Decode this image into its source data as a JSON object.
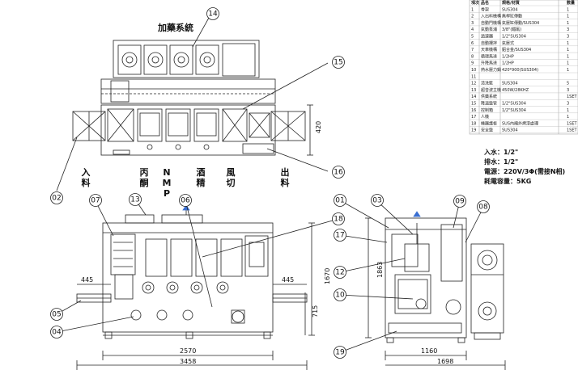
{
  "title": "加藥系統",
  "bom": {
    "headers": [
      "項次",
      "品名",
      "規格/材質",
      "數量"
    ],
    "rows": [
      [
        "1",
        "骨架",
        "SUS304",
        "1"
      ],
      [
        "2",
        "入出料機構",
        "無桿缸傳動",
        "1"
      ],
      [
        "3",
        "自動門機構",
        "氣壓缸傳動/SUS304",
        "1"
      ],
      [
        "4",
        "氣動泵浦",
        "3/8\"(鐵氟)",
        "3"
      ],
      [
        "5",
        "過濾器",
        "1/2\"SUS304",
        "3"
      ],
      [
        "6",
        "自動攪拌",
        "氣壓式",
        "1"
      ],
      [
        "7",
        "天車機構",
        "鋁合金/SUS304",
        "1"
      ],
      [
        "8",
        "循環馬達",
        "1/2HP",
        "1"
      ],
      [
        "9",
        "升降馬達",
        "1/2HP",
        "1"
      ],
      [
        "10",
        "熱水壓力鍋",
        "420*900(SUS304)",
        "1"
      ],
      [
        "11",
        "",
        "",
        ""
      ],
      [
        "12",
        "清洗籃",
        "SUS304",
        "5"
      ],
      [
        "13",
        "超音波主機",
        "450W/28KHZ",
        "3"
      ],
      [
        "14",
        "供藥系統",
        "",
        "1SET"
      ],
      [
        "15",
        "降溫盤管",
        "1/2\"SUS304",
        "3"
      ],
      [
        "16",
        "控制箱",
        "1/2\"SUS304",
        "1"
      ],
      [
        "17",
        "人機",
        "",
        "1"
      ],
      [
        "18",
        "機器護板",
        "SUS內襯外烤漆處理",
        "1SET"
      ],
      [
        "19",
        "安全盤",
        "SUS304",
        "1SET"
      ]
    ]
  },
  "specs": [
    "入水：1/2\"",
    "排水：1/2\"",
    "電源：220V/3Φ(需接N相)",
    "耗電容量：5KG"
  ],
  "process_labels": [
    {
      "top": "入",
      "bottom": "料"
    },
    {
      "top": "丙",
      "bottom": "酮"
    },
    {
      "top": "N",
      "middle": "M",
      "bottom": "P"
    },
    {
      "top": "酒",
      "bottom": "精"
    },
    {
      "top": "風",
      "bottom": "切"
    },
    {
      "top": "出",
      "bottom": "料"
    }
  ],
  "callouts": [
    "01",
    "02",
    "03",
    "04",
    "05",
    "06",
    "07",
    "08",
    "09",
    "10",
    "12",
    "13",
    "14",
    "15",
    "16",
    "17",
    "18",
    "19"
  ],
  "dimensions": {
    "top_height": "420",
    "left_offset": "445",
    "right_offset": "445",
    "height_total": "1670",
    "height_low": "715",
    "width_inner": "2570",
    "width_total": "3458",
    "side_height": "1863",
    "side_width_inner": "1160",
    "side_width_total": "1698"
  }
}
